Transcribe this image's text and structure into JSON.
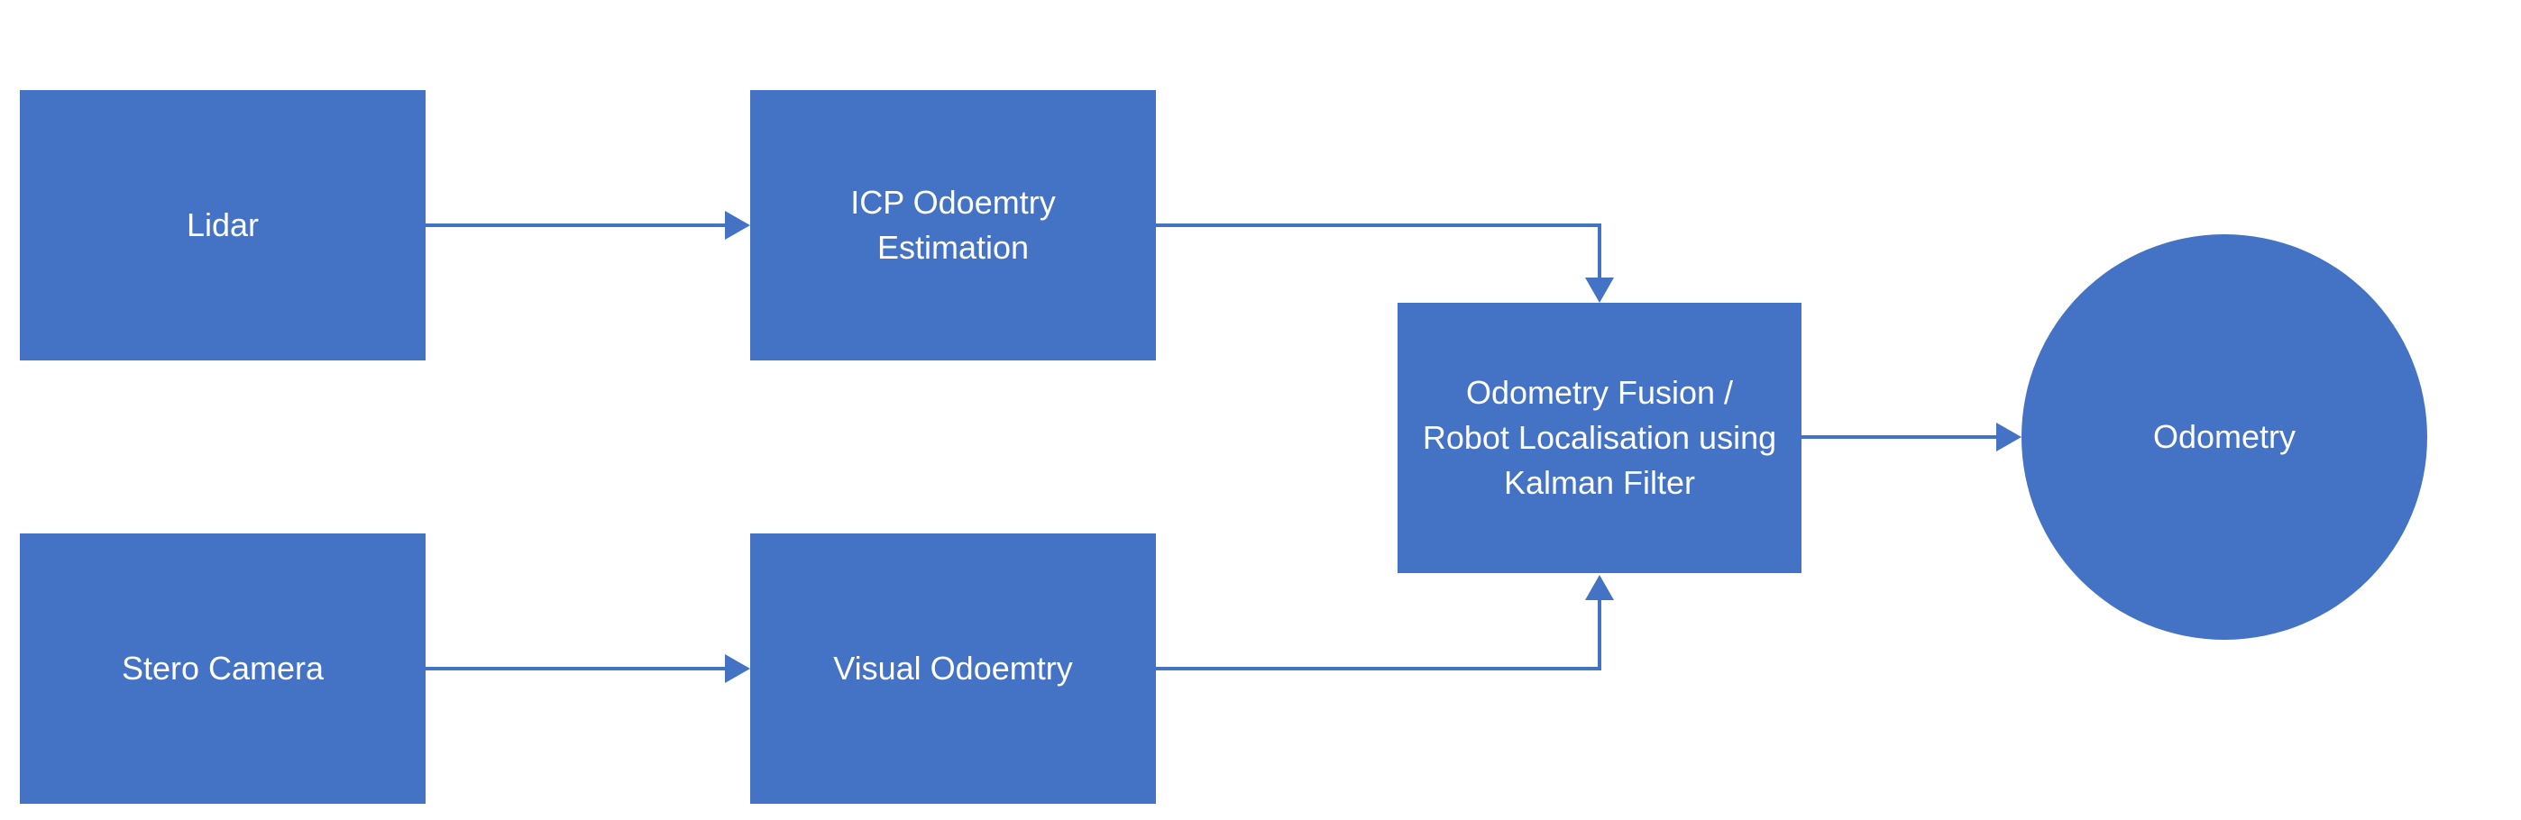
{
  "diagram": {
    "fill_color": "#4472C4",
    "text_color": "#FFFFFF",
    "edge_color": "#4472C4",
    "nodes": [
      {
        "id": "lidar",
        "shape": "rectangle",
        "label": "Lidar"
      },
      {
        "id": "icp",
        "shape": "rectangle",
        "label": "ICP Odoemtry\nEstimation"
      },
      {
        "id": "camera",
        "shape": "rectangle",
        "label": "Stero Camera"
      },
      {
        "id": "visual",
        "shape": "rectangle",
        "label": "Visual Odoemtry"
      },
      {
        "id": "fusion",
        "shape": "rectangle",
        "label": "Odometry Fusion /\nRobot Localisation using\nKalman Filter"
      },
      {
        "id": "odometry",
        "shape": "circle",
        "label": "Odometry"
      }
    ],
    "edges": [
      {
        "from": "lidar",
        "to": "icp"
      },
      {
        "from": "camera",
        "to": "visual"
      },
      {
        "from": "icp",
        "to": "fusion"
      },
      {
        "from": "visual",
        "to": "fusion"
      },
      {
        "from": "fusion",
        "to": "odometry"
      }
    ]
  }
}
